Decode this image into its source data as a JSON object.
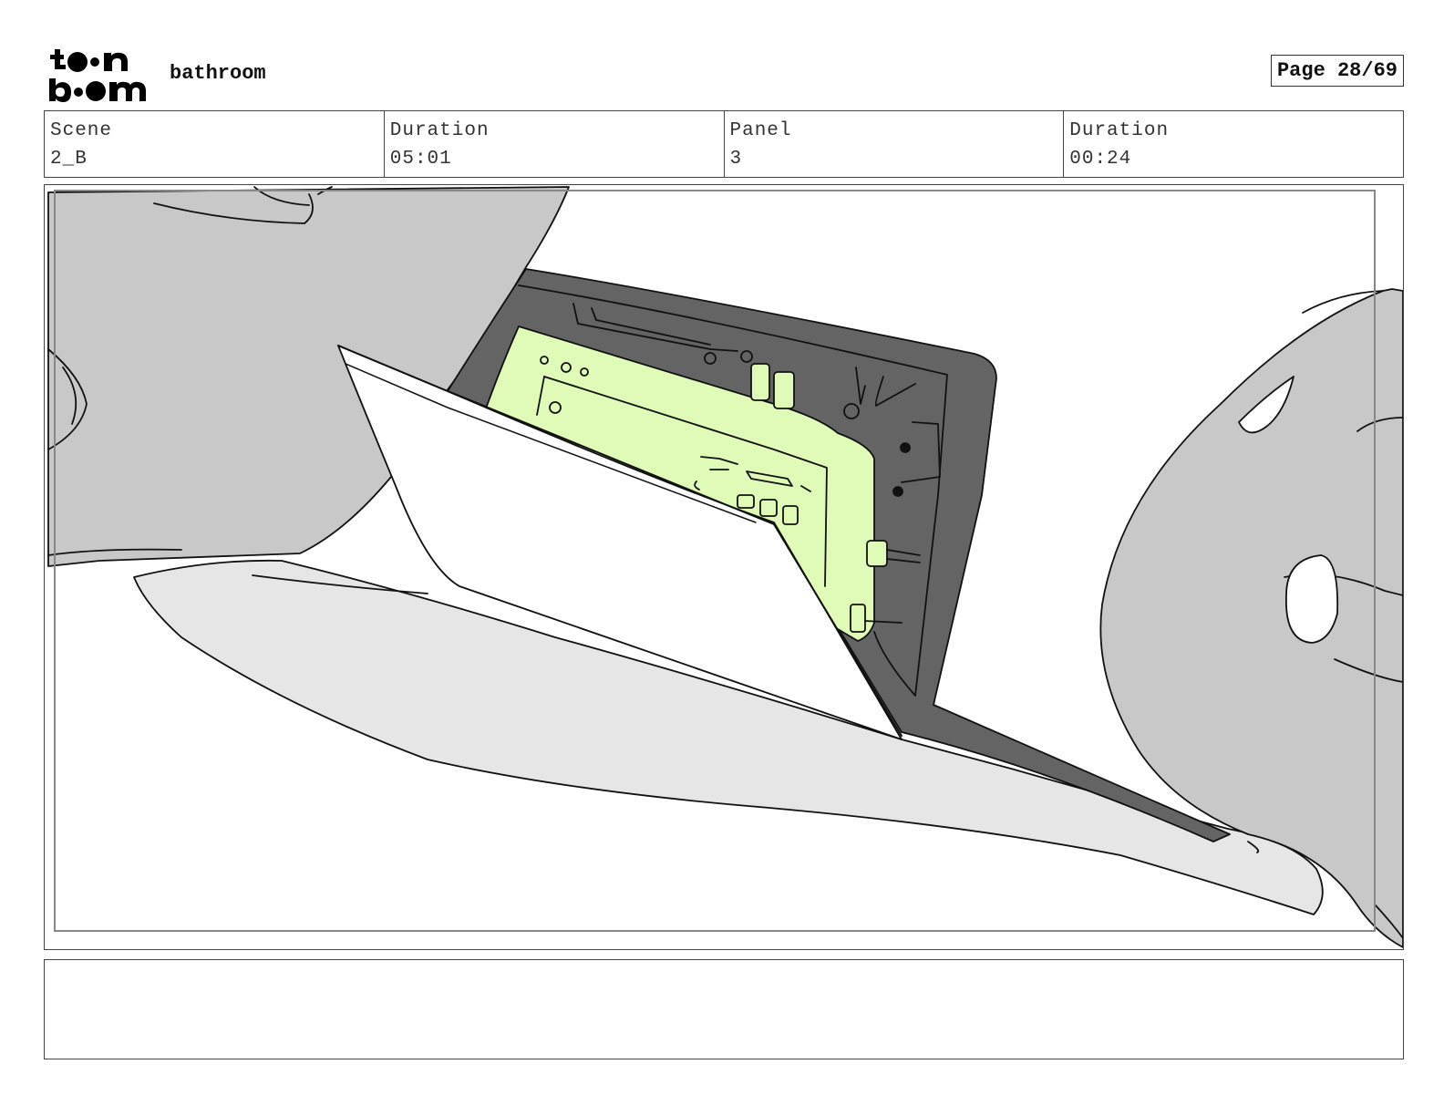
{
  "header": {
    "logo_text": "toon boom",
    "project_title": "bathroom",
    "page_label": "Page 28/69"
  },
  "info": {
    "scene_label": "Scene",
    "scene_value": "2_B",
    "scene_duration_label": "Duration",
    "scene_duration_value": "05:01",
    "panel_label": "Panel",
    "panel_value": "3",
    "panel_duration_label": "Duration",
    "panel_duration_value": "00:24"
  },
  "colors": {
    "hand_gray": "#c8c8c8",
    "sleeve_light": "#e6e6e6",
    "box_dark": "#646464",
    "device_green": "#e0fbb8",
    "ink": "#111111"
  },
  "notes": {
    "text": ""
  }
}
